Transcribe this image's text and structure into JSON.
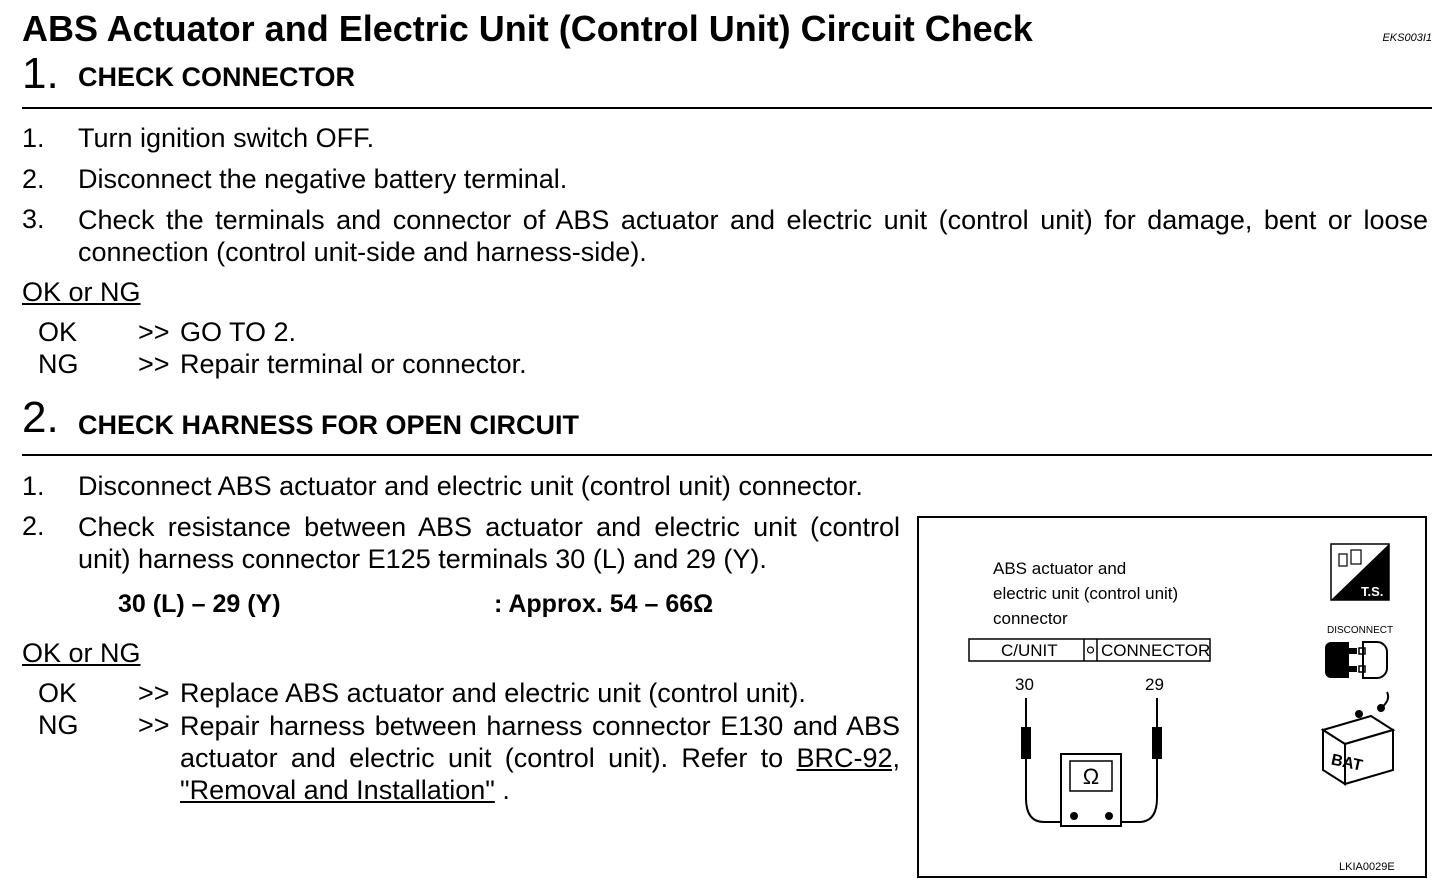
{
  "header": {
    "title": "ABS Actuator and Electric Unit (Control Unit) Circuit Check",
    "doc_id": "EKS003I1"
  },
  "sections": [
    {
      "number": "1.",
      "heading": "CHECK CONNECTOR",
      "steps": [
        {
          "n": "1.",
          "text": "Turn ignition switch OFF."
        },
        {
          "n": "2.",
          "text": "Disconnect the negative battery terminal."
        },
        {
          "n": "3.",
          "text": "Check the terminals and connector of ABS actuator and electric unit (control unit) for damage, bent or loose connection (control unit-side and harness-side)."
        }
      ],
      "ok_ng_label": "OK or NG",
      "results": [
        {
          "code": "OK",
          "arrow": ">>",
          "text": "GO TO 2."
        },
        {
          "code": "NG",
          "arrow": ">>",
          "text": "Repair terminal or connector."
        }
      ]
    },
    {
      "number": "2.",
      "heading": "CHECK HARNESS FOR OPEN CIRCUIT",
      "steps": [
        {
          "n": "1.",
          "text": "Disconnect ABS actuator and electric unit (control unit) connector."
        },
        {
          "n": "2.",
          "text": "Check resistance between ABS actuator and electric unit (control unit) harness connector E125 terminals 30 (L) and 29 (Y)."
        }
      ],
      "spec_terminals": "30 (L) – 29 (Y)",
      "spec_value": ": Approx. 54 – 66Ω",
      "ok_ng_label": "OK or NG",
      "results": [
        {
          "code": "OK",
          "arrow": ">>",
          "text": "Replace ABS actuator and electric unit (control unit)."
        },
        {
          "code": "NG",
          "arrow": ">>",
          "text": "Repair harness between harness connector E130 and ABS actuator and electric unit (control unit).  Refer to ",
          "link": "BRC-92, \"Removal and Installation\"",
          "suffix": " ."
        }
      ]
    }
  ],
  "diagram": {
    "label_line1": "ABS actuator and",
    "label_line2": "electric unit (control unit)",
    "label_line3": "connector",
    "cunit": "C/UNIT",
    "connector": "CONNECTOR",
    "term_a": "30",
    "term_b": "29",
    "ohm": "Ω",
    "ts": "T.S.",
    "disconnect": "DISCONNECT",
    "bat": "BAT",
    "fig_id": "LKIA0029E"
  }
}
